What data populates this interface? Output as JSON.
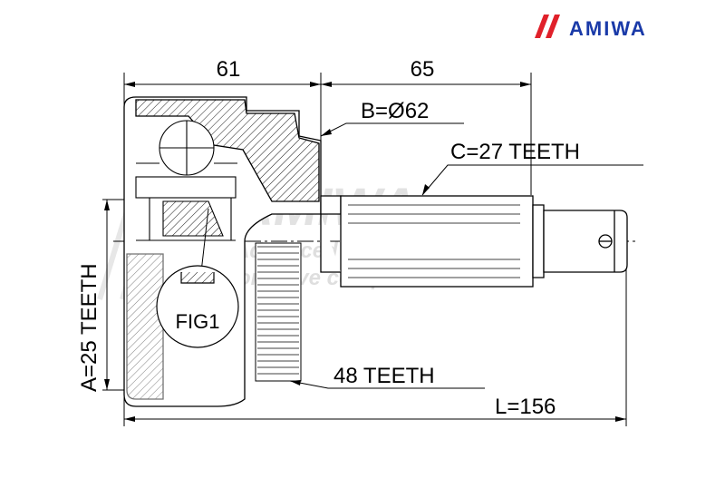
{
  "brand": {
    "name": "AMIWA",
    "accent_color": "#1a3aa8",
    "slash_color": "#e0202a"
  },
  "watermark": {
    "title": "AMIWA",
    "line1": "Advanced Technology",
    "line2": "Automotive components"
  },
  "dimensions": {
    "outer_length": "61",
    "shaft_length": "65",
    "outer_diameter": "B=Ø62",
    "shaft_teeth": "C=27 TEETH",
    "inner_teeth": "A=25 TEETH",
    "abs_ring_teeth": "48 TEETH",
    "total_length": "L=156"
  },
  "labels": {
    "figure": "FIG1"
  }
}
